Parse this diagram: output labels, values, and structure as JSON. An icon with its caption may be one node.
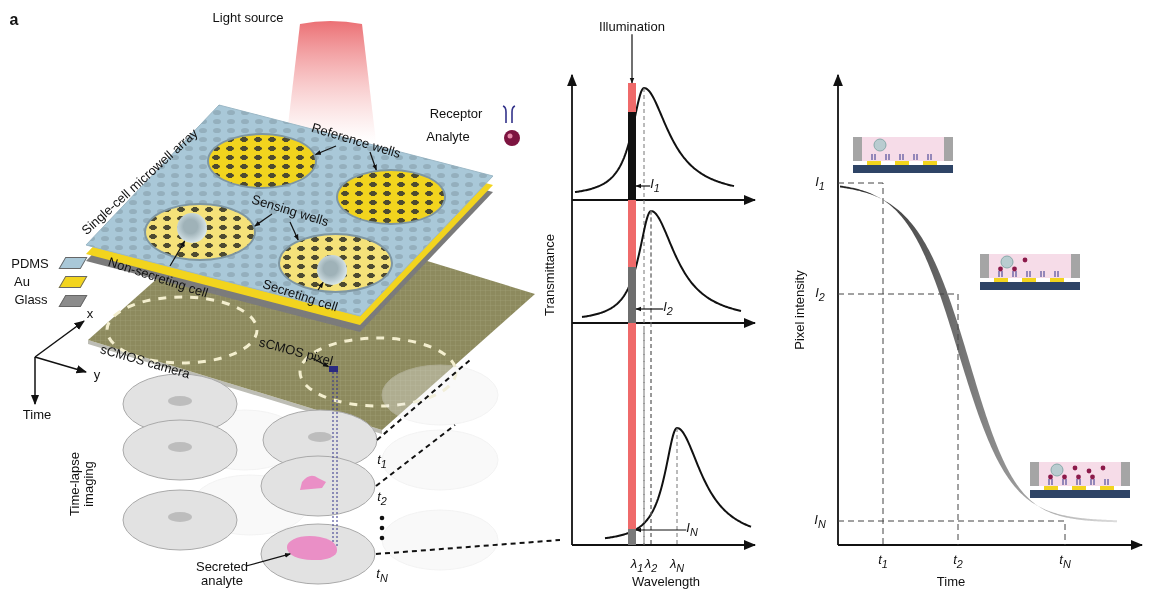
{
  "diagram": {
    "nodes": [
      {
        "text": [
          "Reference wells"
        ]
      },
      {
        "text": [],
        "shape": "circle"
      },
      {
        "text": [],
        "shape": "circle"
      },
      {
        "text": [
          "Sensing wells"
        ]
      },
      {
        "text": [],
        "shape": "circle"
      },
      {
        "text": [],
        "shape": "circle"
      },
      {
        "text": [
          "Non-secreting cell"
        ]
      },
      {
        "text": [],
        "shape": "circle",
        "in": 4
      },
      {
        "text": [
          "Secreting cell"
        ]
      },
      {
        "text": [],
        "shape": "circle",
        "in": 5
      },
      {
        "text": [
          "sCMOS pixel"
        ]
      },
      {
        "text": [],
        "shape": "box"
      },
      {
        "text": [
          "Secreted analyte"
        ]
      },
      {
        "text": [],
        "shape": "blob"
      },
      {
        "text": [
          "Illumination"
        ]
      },
      {
        "text": [],
        "shape": "bar"
      },
      {
        "text": [
          "I$_{1}$"
        ]
      },
      {
        "text": [
          "I$_{2}$"
        ]
      },
      {
        "text": [
          "I$_{N}$"
        ]
      }
    ],
    "edges": [
      {
        "from": 0,
        "to": 1,
        "arrow": "to"
      },
      {
        "from": 0,
        "to": 2,
        "arrow": "to"
      },
      {
        "from": 3,
        "to": 4,
        "arrow": "to"
      },
      {
        "from": 3,
        "to": 5,
        "arrow": "to"
      },
      {
        "from": 6,
        "to": 7,
        "arrow": "to"
      },
      {
        "from": 8,
        "to": 9,
        "arrow": "to"
      },
      {
        "from": 10,
        "to": 11,
        "arrow": "to"
      },
      {
        "from": 12,
        "to": 13,
        "arrow": "to"
      },
      {
        "from": 14,
        "to": 15,
        "arrow": "to"
      },
      {
        "from": 16,
        "to": 15,
        "arrow": "to"
      },
      {
        "from": 17,
        "to": 15,
        "arrow": "to"
      },
      {
        "from": 18,
        "to": 15,
        "arrow": "to"
      }
    ],
    "labels": [
      "a",
      "Light source",
      "Single-cell microwell array",
      "x",
      "y",
      "Time",
      "sCMOS camera",
      "Time-lapse imaging",
      "t$_{1}$",
      "t$_{2}$",
      "t$_{N}$",
      "Transmittance",
      "λ$_{1}$",
      "λ$_{2}$",
      "λ$_{N}$",
      "Wavelength",
      "Pixel intensity",
      "I$_{1}$",
      "I$_{2}$",
      "I$_{N}$",
      "t$_{1}$",
      "t$_{2}$",
      "t$_{N}$",
      "Time"
    ],
    "legend": [
      {
        "text": "Receptor"
      },
      {
        "text": "Analyte"
      },
      {
        "text": "PDMS",
        "color": "#a9c8d8"
      },
      {
        "text": "Au",
        "color": "#f2d41e"
      },
      {
        "text": "Glass",
        "color": "#8c8c8c"
      }
    ]
  }
}
